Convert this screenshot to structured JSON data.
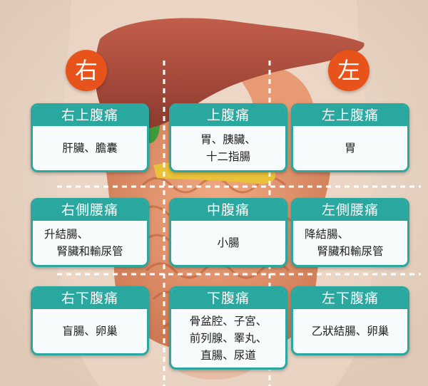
{
  "side_labels": {
    "right": "右",
    "left": "左"
  },
  "regions": [
    {
      "title": "右上腹痛",
      "lines": [
        "肝臟、膽囊"
      ]
    },
    {
      "title": "上腹痛",
      "lines": [
        "胃、胰臟、",
        "十二指腸"
      ]
    },
    {
      "title": "左上腹痛",
      "lines": [
        "胃"
      ]
    },
    {
      "title": "右側腰痛",
      "lines": [
        "升結腸、",
        "腎臟和輸尿管"
      ]
    },
    {
      "title": "中腹痛",
      "lines": [
        "小腸"
      ]
    },
    {
      "title": "左側腰痛",
      "lines": [
        "降結腸、",
        "腎臟和輸尿管"
      ]
    },
    {
      "title": "右下腹痛",
      "lines": [
        "盲腸、卵巢"
      ]
    },
    {
      "title": "下腹痛",
      "lines": [
        "骨盆腔、子宮、",
        "前列腺、睪丸、",
        "直腸、尿道"
      ]
    },
    {
      "title": "左下腹痛",
      "lines": [
        "乙狀結腸、卵巢"
      ]
    }
  ],
  "colors": {
    "accent_orange": "#e8521b",
    "teal": "#2aa8a0",
    "card_bg": "#f7fbfb",
    "liver": "#a84a3a",
    "intestine": "#e08a5c"
  }
}
